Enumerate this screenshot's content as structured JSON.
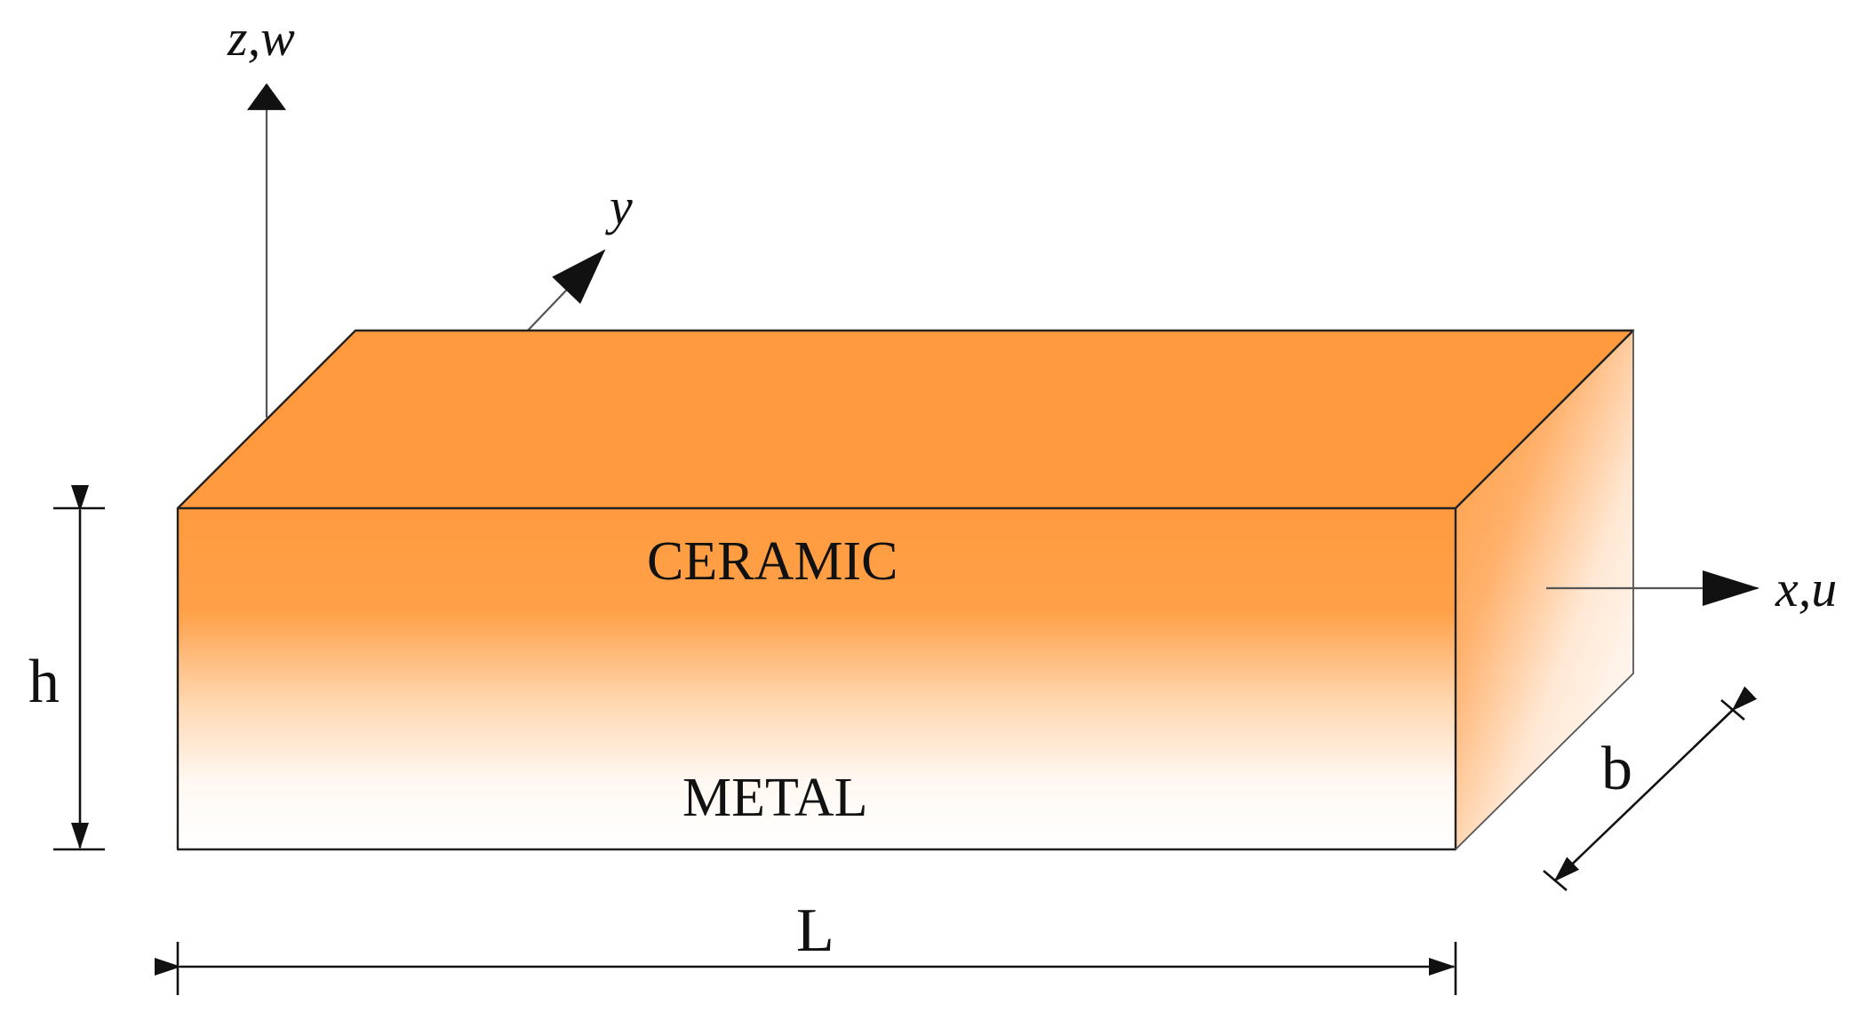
{
  "labels": {
    "z_axis": "z,w",
    "y_axis": "y",
    "x_axis": "x,u",
    "ceramic": "CERAMIC",
    "metal": "METAL",
    "height": "h",
    "length": "L",
    "width": "b"
  },
  "colors": {
    "ceramic": "#FF9B3E",
    "metal": "#FFFFFF",
    "edges": "#222222"
  }
}
